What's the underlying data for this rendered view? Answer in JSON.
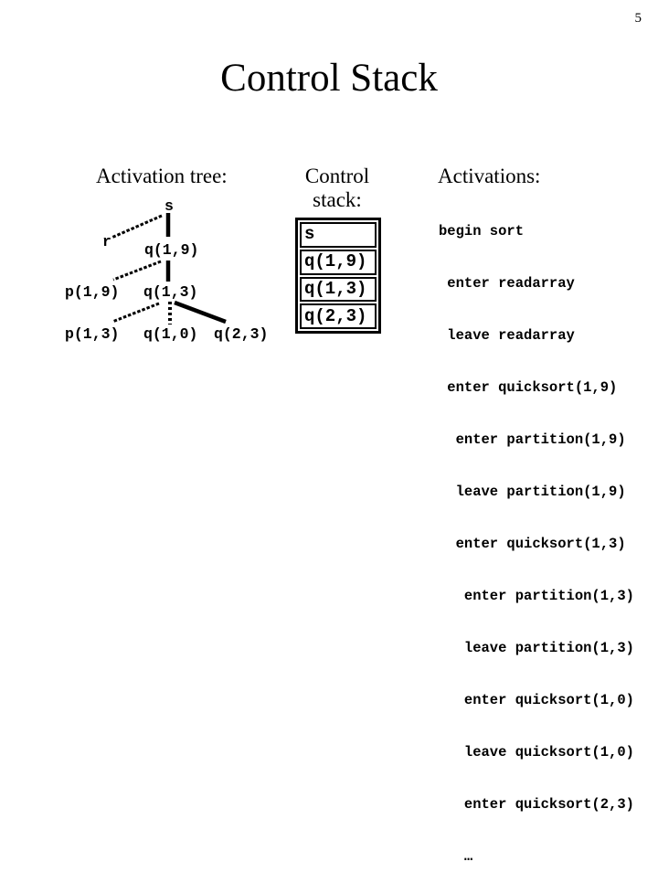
{
  "page": {
    "number": "5",
    "title": "Control Stack"
  },
  "activation_tree": {
    "heading": "Activation tree:",
    "nodes": [
      {
        "id": "s",
        "label": "s"
      },
      {
        "id": "r",
        "label": "r"
      },
      {
        "id": "q19",
        "label": "q(1,9)"
      },
      {
        "id": "p19",
        "label": "p(1,9)"
      },
      {
        "id": "q13",
        "label": "q(1,3)"
      },
      {
        "id": "p13",
        "label": "p(1,3)"
      },
      {
        "id": "q10",
        "label": "q(1,0)"
      },
      {
        "id": "q23",
        "label": "q(2,3)"
      }
    ],
    "edges": [
      {
        "from": "s",
        "to": "r",
        "style": "dashed"
      },
      {
        "from": "s",
        "to": "q(1,9)",
        "style": "solid"
      },
      {
        "from": "q(1,9)",
        "to": "p(1,9)",
        "style": "dashed"
      },
      {
        "from": "q(1,9)",
        "to": "q(1,3)",
        "style": "solid"
      },
      {
        "from": "q(1,3)",
        "to": "p(1,3)",
        "style": "dashed"
      },
      {
        "from": "q(1,3)",
        "to": "q(1,0)",
        "style": "dotted"
      },
      {
        "from": "q(1,3)",
        "to": "q(2,3)",
        "style": "solid"
      }
    ]
  },
  "control_stack": {
    "heading": "Control stack:",
    "cells": [
      "s",
      "q(1,9)",
      "q(1,3)",
      "q(2,3)"
    ]
  },
  "activations": {
    "heading": "Activations:",
    "lines": [
      "begin sort",
      " enter readarray",
      " leave readarray",
      " enter quicksort(1,9)",
      "  enter partition(1,9)",
      "  leave partition(1,9)",
      "  enter quicksort(1,3)",
      "   enter partition(1,3)",
      "   leave partition(1,3)",
      "   enter quicksort(1,0)",
      "   leave quicksort(1,0)",
      "   enter quicksort(2,3)",
      "   …"
    ]
  },
  "colors": {
    "text": "#000000",
    "background": "#ffffff"
  }
}
